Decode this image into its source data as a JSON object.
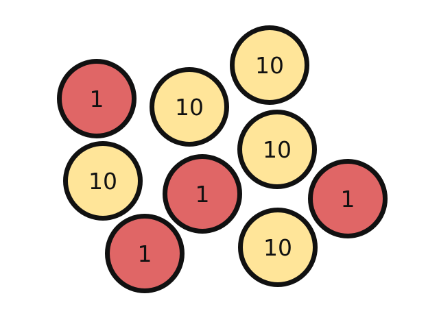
{
  "colors": {
    "one": "#e06666",
    "ten": "#ffe599",
    "outline": "#111111"
  },
  "counters": [
    {
      "kind": "one",
      "label": "1"
    },
    {
      "kind": "ten",
      "label": "10"
    },
    {
      "kind": "ten",
      "label": "10"
    },
    {
      "kind": "ten",
      "label": "10"
    },
    {
      "kind": "ten",
      "label": "10"
    },
    {
      "kind": "one",
      "label": "1"
    },
    {
      "kind": "one",
      "label": "1"
    },
    {
      "kind": "one",
      "label": "1"
    },
    {
      "kind": "ten",
      "label": "10"
    }
  ]
}
